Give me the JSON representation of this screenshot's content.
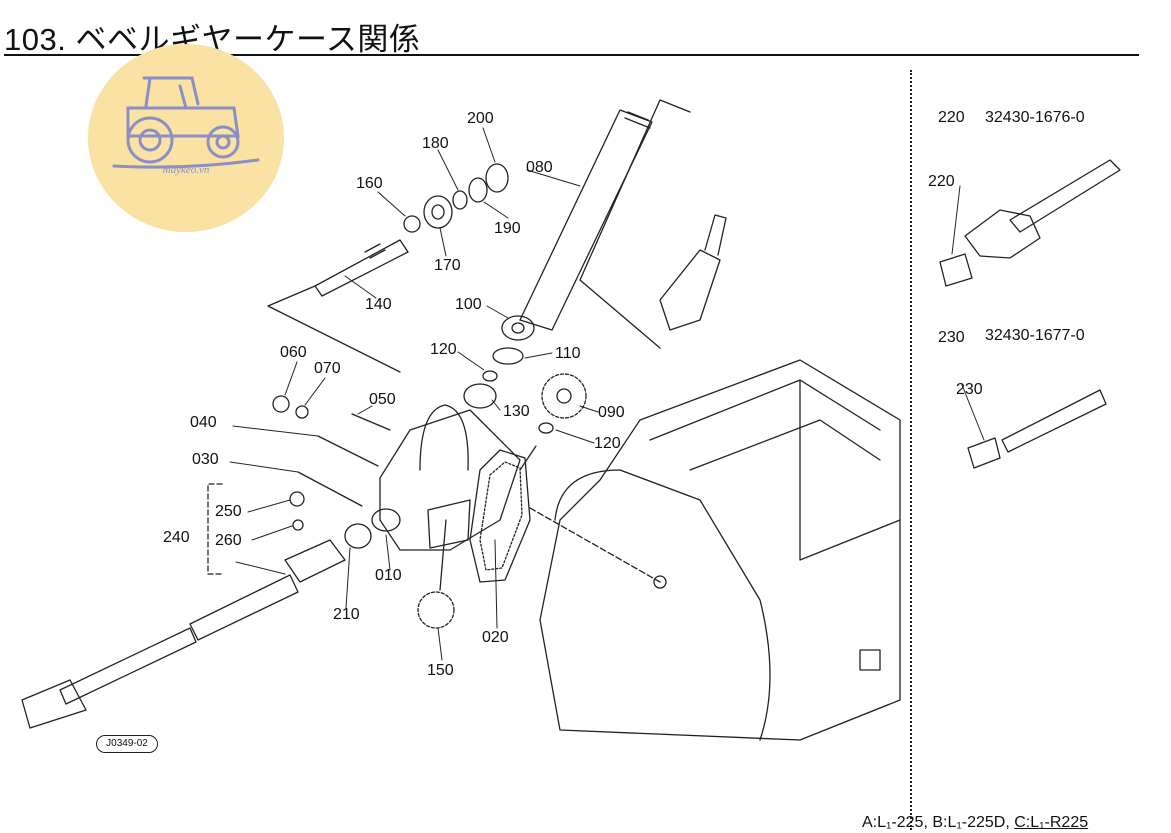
{
  "header": {
    "title": "103. ベベルギヤーケース関係"
  },
  "logo": {
    "text": "maykeo.vn"
  },
  "parts": [
    {
      "id": "p200",
      "label": "200"
    },
    {
      "id": "p180",
      "label": "180"
    },
    {
      "id": "p080",
      "label": "080"
    },
    {
      "id": "p160",
      "label": "160"
    },
    {
      "id": "p190",
      "label": "190"
    },
    {
      "id": "p170",
      "label": "170"
    },
    {
      "id": "p140",
      "label": "140"
    },
    {
      "id": "p100",
      "label": "100"
    },
    {
      "id": "p120a",
      "label": "120"
    },
    {
      "id": "p110",
      "label": "110"
    },
    {
      "id": "p060",
      "label": "060"
    },
    {
      "id": "p070",
      "label": "070"
    },
    {
      "id": "p050",
      "label": "050"
    },
    {
      "id": "p130",
      "label": "130"
    },
    {
      "id": "p090",
      "label": "090"
    },
    {
      "id": "p040",
      "label": "040"
    },
    {
      "id": "p120b",
      "label": "120"
    },
    {
      "id": "p030",
      "label": "030"
    },
    {
      "id": "p250",
      "label": "250"
    },
    {
      "id": "p240",
      "label": "240"
    },
    {
      "id": "p260",
      "label": "260"
    },
    {
      "id": "p010",
      "label": "010"
    },
    {
      "id": "p210",
      "label": "210"
    },
    {
      "id": "p020",
      "label": "020"
    },
    {
      "id": "p150",
      "label": "150"
    }
  ],
  "alternates": [
    {
      "id": "a220",
      "number": "220",
      "part_no": "32430-1676-0",
      "callout": "220"
    },
    {
      "id": "a230",
      "number": "230",
      "part_no": "32430-1677-0",
      "callout": "230"
    }
  ],
  "drawing_code": "J0349-02",
  "footer": {
    "a": "A:L₁-225,",
    "b": "B:L₁-225D,",
    "c": "C:L₁-R225"
  }
}
